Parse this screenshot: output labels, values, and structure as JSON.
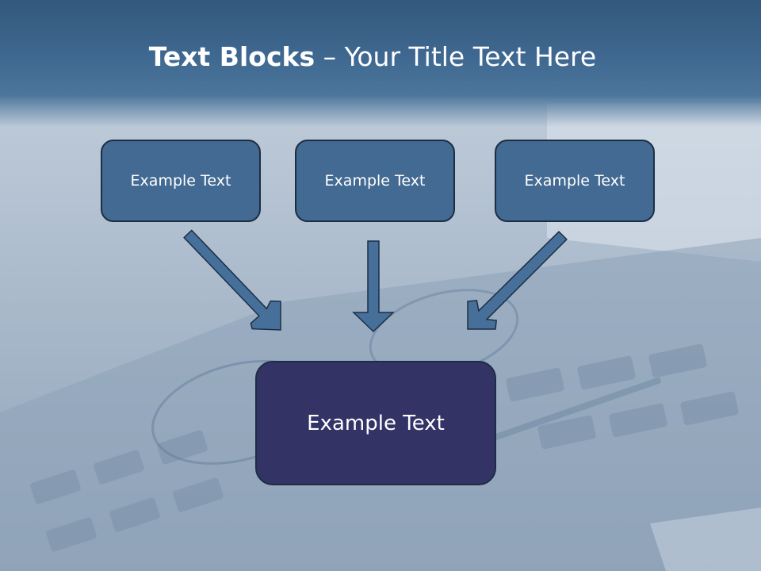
{
  "slide": {
    "title_bold": "Text Blocks",
    "title_dash": " – ",
    "title_rest": "Your Title Text Here",
    "top_boxes": [
      {
        "label": "Example Text"
      },
      {
        "label": "Example Text"
      },
      {
        "label": "Example Text"
      }
    ],
    "main_box": {
      "label": "Example Text"
    }
  },
  "colors": {
    "header": "#3f6890",
    "top_box_fill": "#436a92",
    "main_box_fill": "#333366",
    "arrow_fill": "#46709a",
    "outline": "#1c2e44"
  }
}
